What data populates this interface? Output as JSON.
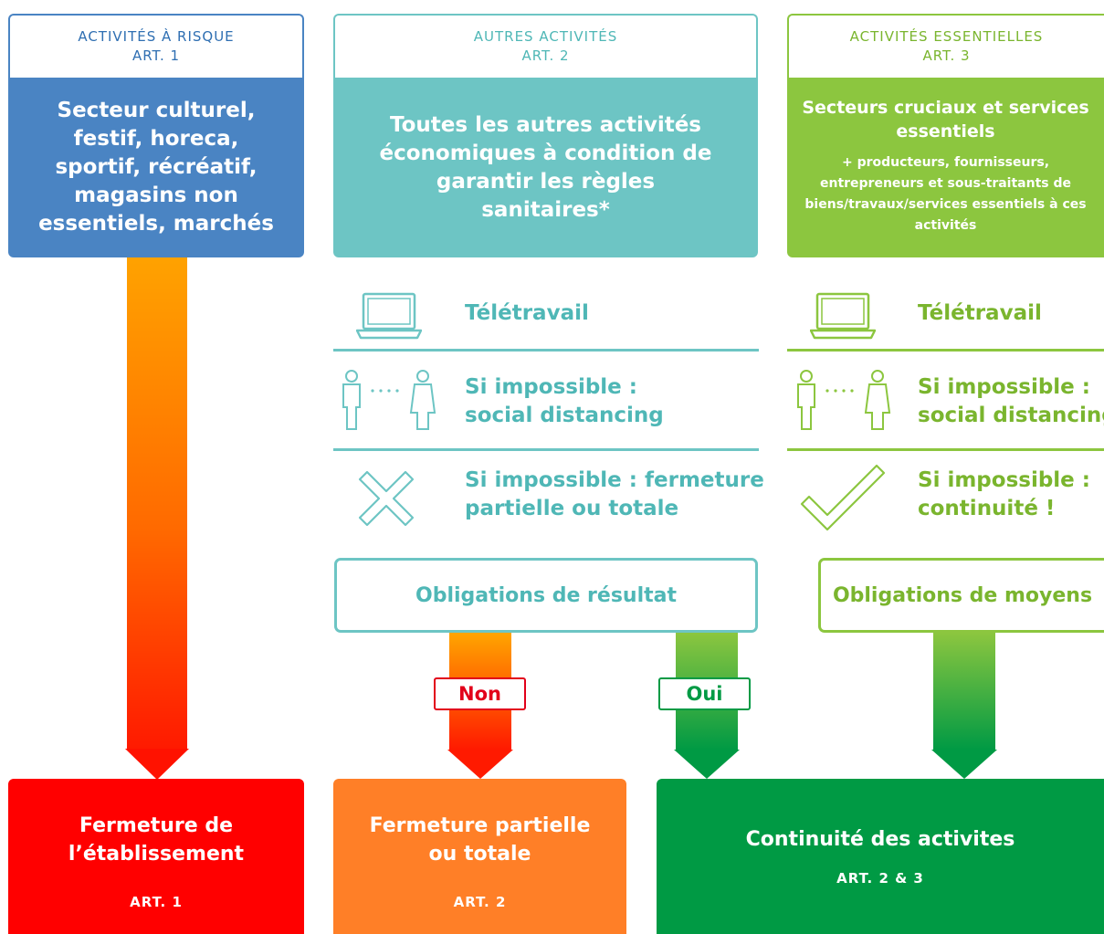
{
  "columns": {
    "risk": {
      "header_line1": "ACTIVITÉS À RISQUE",
      "header_line2": "ART. 1",
      "body": "Secteur culturel, festif, horeca, sportif, récréatif, magasins non essentiels, marchés"
    },
    "other": {
      "header_line1": "AUTRES ACTIVITÉS",
      "header_line2": "ART. 2",
      "body": "Toutes les autres activités économiques à condition de garantir les règles sanitaires*"
    },
    "essential": {
      "header_line1": "ACTIVITÉS ESSENTIELLES",
      "header_line2": "ART. 3",
      "body_title": "Secteurs cruciaux et services essentiels",
      "body_sub": "+ producteurs, fournisseurs, entrepreneurs et sous-traitants de biens/travaux/services essentiels à ces activités"
    }
  },
  "steps": {
    "other": {
      "telework": "Télétravail",
      "distancing_line1": "Si impossible :",
      "distancing_line2": "social distancing",
      "fallback_line1": "Si impossible : fermeture",
      "fallback_line2": "partielle ou totale"
    },
    "essential": {
      "telework": "Télétravail",
      "distancing_line1": "Si impossible :",
      "distancing_line2": "social distancing",
      "fallback_line1": "Si impossible :",
      "fallback_line2": "continuité !"
    }
  },
  "obligations": {
    "other": "Obligations de résultat",
    "essential": "Obligations de moyens"
  },
  "tags": {
    "no": "Non",
    "yes": "Oui"
  },
  "outcomes": {
    "closure": {
      "title_line1": "Fermeture de",
      "title_line2": "l’établissement",
      "art": "ART. 1"
    },
    "partial": {
      "title_line1": "Fermeture partielle",
      "title_line2": "ou totale",
      "art": "ART. 2"
    },
    "continuity": {
      "title": "Continuité des activites",
      "art": "ART. 2 & 3"
    }
  },
  "colors": {
    "blue": "#4a84c3",
    "teal": "#6dc5c4",
    "lime": "#8cc63f",
    "red": "#ff0000",
    "orange": "#ff7f27",
    "green": "#009a44",
    "amber": "#ffa500",
    "no_red": "#e2001a"
  }
}
